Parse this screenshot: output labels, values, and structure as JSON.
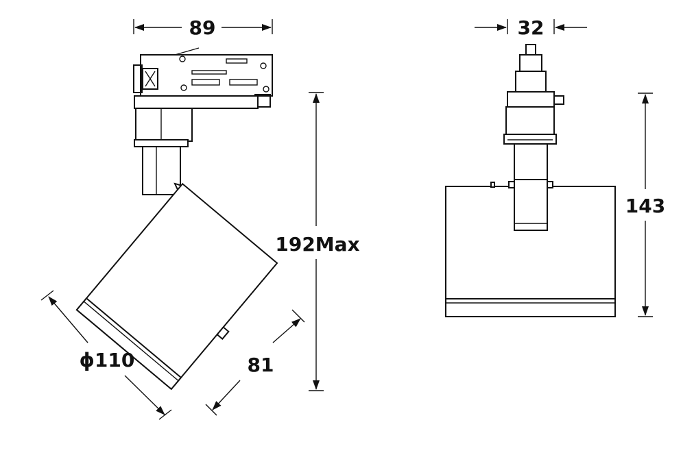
{
  "dimensions": {
    "top_width": "89",
    "side_width": "32",
    "max_height": "192Max",
    "side_height": "143",
    "diameter": "ϕ110",
    "head_depth": "81"
  },
  "colors": {
    "line": "#111111",
    "background": "#ffffff"
  }
}
